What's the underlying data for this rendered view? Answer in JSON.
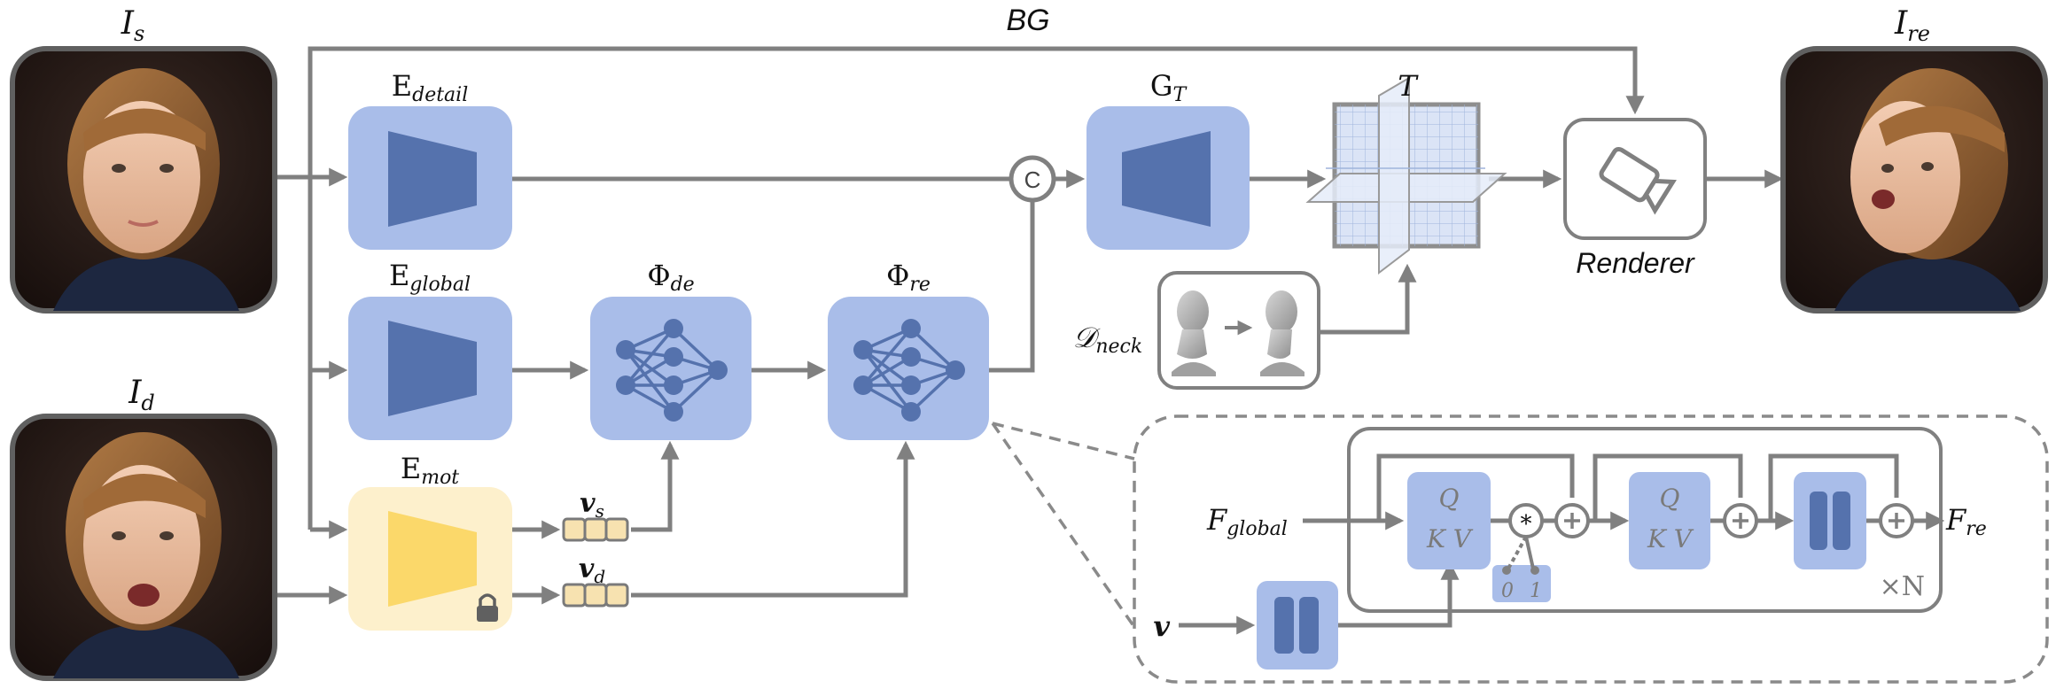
{
  "images": {
    "source": {
      "label_main": "I",
      "label_sub": "s"
    },
    "driving": {
      "label_main": "I",
      "label_sub": "d"
    },
    "output": {
      "label_main": "I",
      "label_sub": "re"
    }
  },
  "labels": {
    "bg": "BG",
    "renderer": "Renderer",
    "circle_c": "C"
  },
  "encoders": {
    "detail": {
      "main": "E",
      "sub": "detail"
    },
    "global": {
      "main": "E",
      "sub": "global"
    },
    "mot": {
      "main": "E",
      "sub": "mot"
    },
    "gt": {
      "main": "G",
      "sub": "T"
    }
  },
  "networks": {
    "phi_de": {
      "main": "Φ",
      "sub": "de"
    },
    "phi_re": {
      "main": "Φ",
      "sub": "re"
    }
  },
  "triplane": {
    "label": "T"
  },
  "neck": {
    "main": "𝒟",
    "sub": "neck"
  },
  "vectors": {
    "vs": {
      "main": "v",
      "sub": "s"
    },
    "vd": {
      "main": "v",
      "sub": "d"
    }
  },
  "detail_block": {
    "input": {
      "main": "F",
      "sub": "global"
    },
    "output": {
      "main": "F",
      "sub": "re"
    },
    "v_input": "v",
    "q1": "Q",
    "kv1": "K V",
    "q2": "Q",
    "kv2": "K V",
    "star": "*",
    "zero": "0",
    "one": "1",
    "repeat": "×N"
  },
  "colors": {
    "block_blue": "#a9bde9",
    "dark_blue": "#5572ad",
    "block_yellow": "#fdf0cc",
    "dark_yellow": "#fbd86a",
    "arrow_gray": "#808080",
    "vector_fill": "#f7e2b0"
  }
}
